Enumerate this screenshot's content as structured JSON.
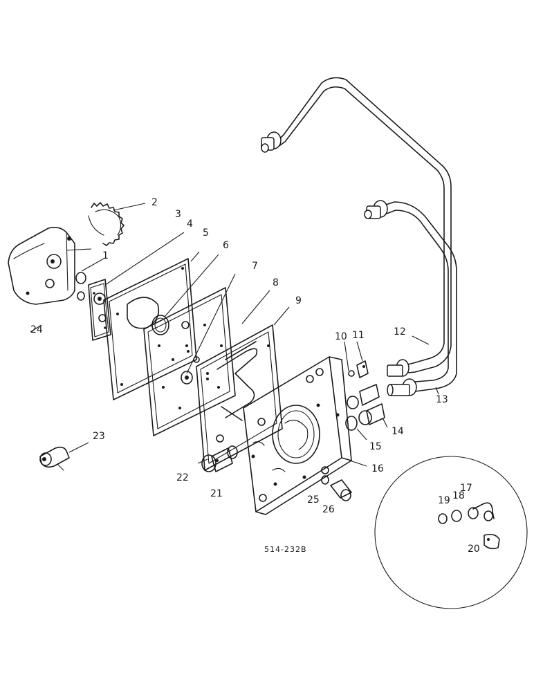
{
  "diagram": {
    "reference_code": "514-232B",
    "callouts": [
      "1",
      "2",
      "3",
      "4",
      "5",
      "6",
      "7",
      "8",
      "9",
      "10",
      "11",
      "12",
      "13",
      "14",
      "15",
      "16",
      "17",
      "18",
      "19",
      "20",
      "21",
      "22",
      "23",
      "24",
      "25",
      "26"
    ]
  }
}
